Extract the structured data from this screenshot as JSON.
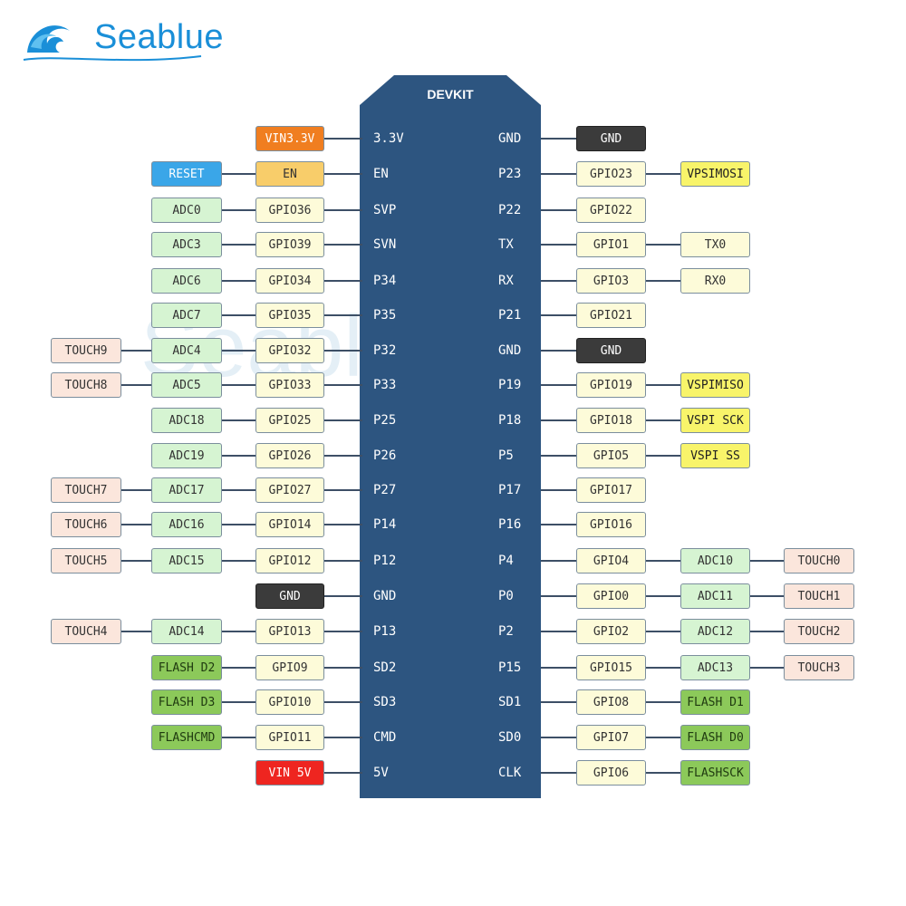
{
  "logo": {
    "text": "Seablue"
  },
  "watermark": {
    "text": "Seablue"
  },
  "board": {
    "title": "DEVKIT",
    "left_labels": [
      "3.3V",
      "EN",
      "SVP",
      "SVN",
      "P34",
      "P35",
      "P32",
      "P33",
      "P25",
      "P26",
      "P27",
      "P14",
      "P12",
      "GND",
      "P13",
      "SD2",
      "SD3",
      "CMD",
      "5V"
    ],
    "right_labels": [
      "GND",
      "P23",
      "P22",
      "TX",
      "RX",
      "P21",
      "GND",
      "P19",
      "P18",
      "P5",
      "P17",
      "P16",
      "P4",
      "P0",
      "P2",
      "P15",
      "SD1",
      "SD0",
      "CLK"
    ]
  },
  "left_pins": [
    {
      "gpio": "VIN3.3V",
      "gpio_type": "vin33",
      "fn1": "",
      "fn1_type": "",
      "fn2": "",
      "fn2_type": ""
    },
    {
      "gpio": "EN",
      "gpio_type": "en",
      "fn1": "RESET",
      "fn1_type": "reset",
      "fn2": "",
      "fn2_type": ""
    },
    {
      "gpio": "GPIO36",
      "gpio_type": "gpio",
      "fn1": "ADC0",
      "fn1_type": "adc",
      "fn2": "",
      "fn2_type": ""
    },
    {
      "gpio": "GPIO39",
      "gpio_type": "gpio",
      "fn1": "ADC3",
      "fn1_type": "adc",
      "fn2": "",
      "fn2_type": ""
    },
    {
      "gpio": "GPIO34",
      "gpio_type": "gpio",
      "fn1": "ADC6",
      "fn1_type": "adc",
      "fn2": "",
      "fn2_type": ""
    },
    {
      "gpio": "GPIO35",
      "gpio_type": "gpio",
      "fn1": "ADC7",
      "fn1_type": "adc",
      "fn2": "",
      "fn2_type": ""
    },
    {
      "gpio": "GPIO32",
      "gpio_type": "gpio",
      "fn1": "ADC4",
      "fn1_type": "adc",
      "fn2": "TOUCH9",
      "fn2_type": "touch"
    },
    {
      "gpio": "GPIO33",
      "gpio_type": "gpio",
      "fn1": "ADC5",
      "fn1_type": "adc",
      "fn2": "TOUCH8",
      "fn2_type": "touch"
    },
    {
      "gpio": "GPIO25",
      "gpio_type": "gpio",
      "fn1": "ADC18",
      "fn1_type": "adc",
      "fn2": "",
      "fn2_type": ""
    },
    {
      "gpio": "GPIO26",
      "gpio_type": "gpio",
      "fn1": "ADC19",
      "fn1_type": "adc",
      "fn2": "",
      "fn2_type": ""
    },
    {
      "gpio": "GPIO27",
      "gpio_type": "gpio",
      "fn1": "ADC17",
      "fn1_type": "adc",
      "fn2": "TOUCH7",
      "fn2_type": "touch"
    },
    {
      "gpio": "GPIO14",
      "gpio_type": "gpio",
      "fn1": "ADC16",
      "fn1_type": "adc",
      "fn2": "TOUCH6",
      "fn2_type": "touch"
    },
    {
      "gpio": "GPIO12",
      "gpio_type": "gpio",
      "fn1": "ADC15",
      "fn1_type": "adc",
      "fn2": "TOUCH5",
      "fn2_type": "touch"
    },
    {
      "gpio": "GND",
      "gpio_type": "gnd",
      "fn1": "",
      "fn1_type": "",
      "fn2": "",
      "fn2_type": ""
    },
    {
      "gpio": "GPIO13",
      "gpio_type": "gpio",
      "fn1": "ADC14",
      "fn1_type": "adc",
      "fn2": "TOUCH4",
      "fn2_type": "touch"
    },
    {
      "gpio": "GPIO9",
      "gpio_type": "gpio",
      "fn1": "FLASH D2",
      "fn1_type": "flash",
      "fn2": "",
      "fn2_type": ""
    },
    {
      "gpio": "GPIO10",
      "gpio_type": "gpio",
      "fn1": "FLASH D3",
      "fn1_type": "flash",
      "fn2": "",
      "fn2_type": ""
    },
    {
      "gpio": "GPIO11",
      "gpio_type": "gpio",
      "fn1": "FLASHCMD",
      "fn1_type": "flash",
      "fn2": "",
      "fn2_type": ""
    },
    {
      "gpio": "VIN 5V",
      "gpio_type": "vin5",
      "fn1": "",
      "fn1_type": "",
      "fn2": "",
      "fn2_type": ""
    }
  ],
  "right_pins": [
    {
      "gpio": "GND",
      "gpio_type": "gnd",
      "fn1": "",
      "fn1_type": "",
      "fn2": "",
      "fn2_type": ""
    },
    {
      "gpio": "GPIO23",
      "gpio_type": "gpio",
      "fn1": "VPSIMOSI",
      "fn1_type": "spi",
      "fn2": "",
      "fn2_type": ""
    },
    {
      "gpio": "GPIO22",
      "gpio_type": "gpio",
      "fn1": "",
      "fn1_type": "",
      "fn2": "",
      "fn2_type": ""
    },
    {
      "gpio": "GPIO1",
      "gpio_type": "gpio",
      "fn1": "TX0",
      "fn1_type": "uart",
      "fn2": "",
      "fn2_type": ""
    },
    {
      "gpio": "GPIO3",
      "gpio_type": "gpio",
      "fn1": "RX0",
      "fn1_type": "uart",
      "fn2": "",
      "fn2_type": ""
    },
    {
      "gpio": "GPIO21",
      "gpio_type": "gpio",
      "fn1": "",
      "fn1_type": "",
      "fn2": "",
      "fn2_type": ""
    },
    {
      "gpio": "GND",
      "gpio_type": "gnd",
      "fn1": "",
      "fn1_type": "",
      "fn2": "",
      "fn2_type": ""
    },
    {
      "gpio": "GPIO19",
      "gpio_type": "gpio",
      "fn1": "VSPIMISO",
      "fn1_type": "spi",
      "fn2": "",
      "fn2_type": ""
    },
    {
      "gpio": "GPIO18",
      "gpio_type": "gpio",
      "fn1": "VSPI SCK",
      "fn1_type": "spi",
      "fn2": "",
      "fn2_type": ""
    },
    {
      "gpio": "GPIO5",
      "gpio_type": "gpio",
      "fn1": "VSPI SS",
      "fn1_type": "spi",
      "fn2": "",
      "fn2_type": ""
    },
    {
      "gpio": "GPIO17",
      "gpio_type": "gpio",
      "fn1": "",
      "fn1_type": "",
      "fn2": "",
      "fn2_type": ""
    },
    {
      "gpio": "GPIO16",
      "gpio_type": "gpio",
      "fn1": "",
      "fn1_type": "",
      "fn2": "",
      "fn2_type": ""
    },
    {
      "gpio": "GPIO4",
      "gpio_type": "gpio",
      "fn1": "ADC10",
      "fn1_type": "adc",
      "fn2": "TOUCH0",
      "fn2_type": "touch"
    },
    {
      "gpio": "GPIO0",
      "gpio_type": "gpio",
      "fn1": "ADC11",
      "fn1_type": "adc",
      "fn2": "TOUCH1",
      "fn2_type": "touch"
    },
    {
      "gpio": "GPIO2",
      "gpio_type": "gpio",
      "fn1": "ADC12",
      "fn1_type": "adc",
      "fn2": "TOUCH2",
      "fn2_type": "touch"
    },
    {
      "gpio": "GPIO15",
      "gpio_type": "gpio",
      "fn1": "ADC13",
      "fn1_type": "adc",
      "fn2": "TOUCH3",
      "fn2_type": "touch"
    },
    {
      "gpio": "GPIO8",
      "gpio_type": "gpio",
      "fn1": "FLASH D1",
      "fn1_type": "flash",
      "fn2": "",
      "fn2_type": ""
    },
    {
      "gpio": "GPIO7",
      "gpio_type": "gpio",
      "fn1": "FLASH D0",
      "fn1_type": "flash",
      "fn2": "",
      "fn2_type": ""
    },
    {
      "gpio": "GPIO6",
      "gpio_type": "gpio",
      "fn1": "FLASHSCK",
      "fn1_type": "flash",
      "fn2": "",
      "fn2_type": ""
    }
  ],
  "colors": {
    "board": "#2d5580",
    "gpio": "#fdfbd9",
    "adc": "#d6f4d2",
    "touch": "#fbe6dc",
    "flash": "#8cc95a",
    "spi": "#f8f46a",
    "gnd": "#3b3b3b",
    "vin33": "#f07e20",
    "vin5": "#ee2520",
    "en": "#f8cd6a",
    "reset": "#3aa6e8",
    "logo": "#1a8fd8"
  }
}
